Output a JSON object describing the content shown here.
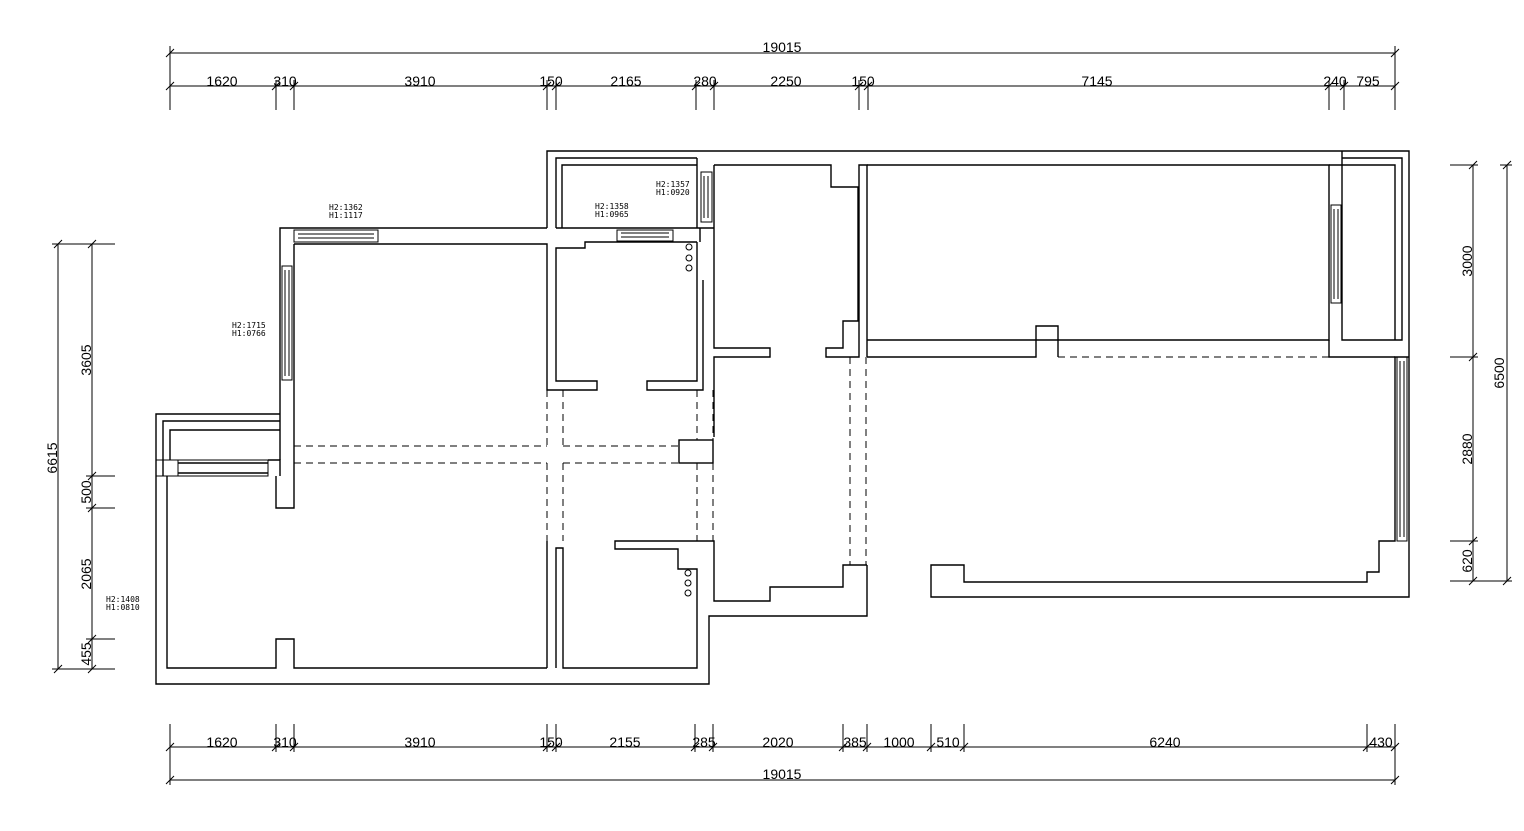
{
  "dimensions": {
    "top_total": "19015",
    "top_segments": [
      "1620",
      "310",
      "3910",
      "150",
      "2165",
      "280",
      "2250",
      "150",
      "7145",
      "240",
      "795"
    ],
    "bottom_total": "19015",
    "bottom_segments": [
      "1620",
      "310",
      "3910",
      "150",
      "2155",
      "285",
      "2020",
      "385",
      "1000",
      "510",
      "6240",
      "430"
    ],
    "left_total": "6615",
    "left_segments": [
      "3605",
      "500",
      "2065",
      "455"
    ],
    "right_total": "6500",
    "right_segments": [
      "3000",
      "2880",
      "620"
    ]
  },
  "windows": [
    {
      "h2": "H2:1362",
      "h1": "H1:1117"
    },
    {
      "h2": "H2:1358",
      "h1": "H1:0965"
    },
    {
      "h2": "H2:1357",
      "h1": "H1:0920"
    },
    {
      "h2": "H2:1715",
      "h1": "H1:0766"
    },
    {
      "h2": "H2:1408",
      "h1": "H1:0810"
    }
  ]
}
